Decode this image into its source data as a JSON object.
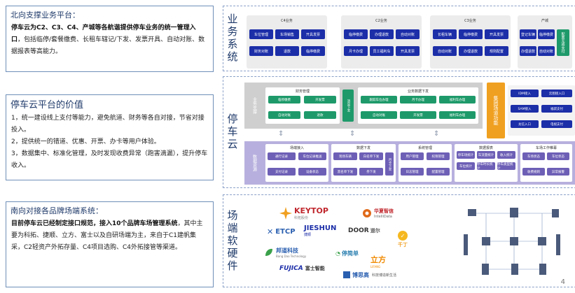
{
  "north": {
    "title": "北向支撑业务平台：",
    "bold": "停车云为C2、C3、C4、产城等各航谐提供停车业务的统一管理入口",
    "rest": "，包括临停/套餐缴费、长租车辖记/下发、发票开具、自动对账、数据报表等高能力。"
  },
  "value": {
    "title": "停车云平台的价值",
    "lines": [
      "1，统一建设线上支付等能力，避免航道、财务等各自对接，节省对接投入。",
      "2，提供统一的错道、优惠、开票、办卡等用户体验。",
      "3，数据集中、标准化管理，及时发现收费异常（跑害滴漏），提升停车收入。"
    ]
  },
  "south": {
    "title": "南向对接各品牌场端系统：",
    "bold": "目前停车云已经制定接口规范，接入10个品牌车场管理系统",
    "rest": "，其中主要为科拓、捷顺、立方、富士以及自研场端为主，来自于C1建帆集采，C2轻资产外拓存量、C4项目选购、C4外拓接管等渠道。"
  },
  "sections": {
    "biz": "业务系统",
    "cloud": "停车云",
    "hw": "场端软硬件"
  },
  "biz_cards": [
    {
      "title": "C4业务",
      "chips": [
        "车位管理",
        "车场销售",
        "开具发票",
        "财务对账",
        "退款",
        "临停缴费"
      ]
    },
    {
      "title": "C2业务",
      "chips": [
        "临停缴费",
        "办理退款",
        "自动对账",
        "月卡办理",
        "员工福利车",
        "开具发票"
      ]
    },
    {
      "title": "C3业务",
      "chips": [
        "长租车辆",
        "临停缴费",
        "开具发票",
        "自动对账",
        "办理退款",
        "规则配置"
      ]
    },
    {
      "title": "产城",
      "chips": [
        "登记车辆",
        "临停缴费",
        "办理退款",
        "自动对账",
        "配置无感支付"
      ]
    }
  ],
  "cloud": {
    "biz_support": "业务支撑",
    "finance": {
      "title": "财务管理",
      "chips": [
        "临停缴费",
        "开发票",
        "自动对账",
        "退款"
      ]
    },
    "notify": "消息下发",
    "biz_dispatch": {
      "title": "业务数据下发",
      "chips": [
        "跟踪车位办理",
        "月卡办理",
        "福利车办理",
        "自动对账",
        "开发票",
        "福利车办理"
      ]
    },
    "integration": "集团场道功能",
    "ids": [
      [
        "IDM接入",
        "云图接入口"
      ],
      [
        "SAM接入",
        "福袋支付"
      ],
      [
        "龙信入口",
        "电视支付"
      ]
    ],
    "data_res": "数据资源",
    "site": {
      "title": "场端接入",
      "chips": [
        "通行记录",
        "车位记录推送",
        "支付记录",
        "设备状态"
      ]
    },
    "data_dispatch": {
      "title": "数据下发",
      "chips": [
        "现场车辆",
        "白名单下发",
        "黑名单下发",
        "券下发"
      ],
      "tail": "月卡下发"
    },
    "sys_mgmt": {
      "title": "系统管理",
      "chips": [
        "用户管理",
        "权限管理",
        "日志管理",
        "配置管理"
      ]
    },
    "report": {
      "title": "数据报表",
      "chips": [
        "停车场统计",
        "车流量统计",
        "收入统计",
        "车位统计",
        "停车时长统计",
        "停车类型统计"
      ]
    },
    "workspace": {
      "title": "车场工作帷幕",
      "chips": [
        "车场状态",
        "车位状态",
        "收费规则",
        "异常报警"
      ]
    }
  },
  "hw_logos": [
    {
      "text": "KEYTOP",
      "sub": "科拓股份"
    },
    {
      "text": "华夏智信",
      "sub": "IntelliData"
    },
    {
      "text": "ETCP",
      "sub": ""
    },
    {
      "text": "JIESHUN",
      "sub": "捷顺"
    },
    {
      "text": "DOOR",
      "sub": "道尔"
    },
    {
      "text": "邦道科技",
      "sub": "Bang Dao Technology"
    },
    {
      "text": "停简单",
      "sub": ""
    },
    {
      "text": "立方",
      "sub": "LIFANG"
    },
    {
      "text": "千丁",
      "sub": ""
    },
    {
      "text": "FUJICA",
      "sub": "富士智能"
    },
    {
      "text": "博思高",
      "sub": "科技博造新生活"
    }
  ],
  "page_num": "4",
  "colors": {
    "navy": "#1c2ea8",
    "green": "#1e9a6a",
    "orange": "#f0a020",
    "purple": "#b7b0de"
  }
}
